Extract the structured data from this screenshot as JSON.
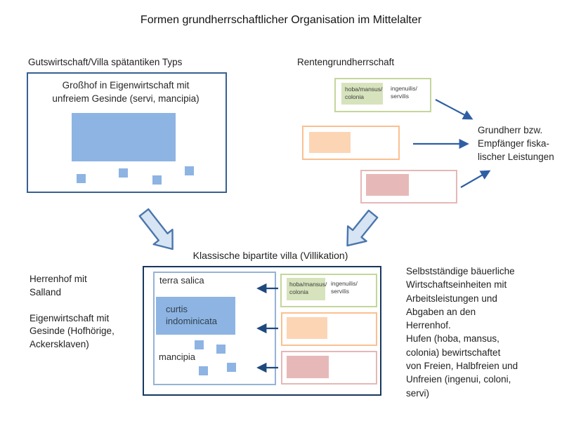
{
  "title": "Formen grundherrschaftlicher Organisation im Mittelalter",
  "gutswirtschaft": {
    "heading": "Gutswirtschaft/Villa spätantiken Typs",
    "box_lines": [
      "Großhof in Eigenwirtschaft mit",
      "unfreiem Gesinde (servi, mancipia)"
    ]
  },
  "rentengrundherrschaft": {
    "heading": "Rentengrundherrschaft",
    "recipient_lines": [
      "Grundherr bzw.",
      "Empfänger fiska-",
      "lischer Leistungen"
    ]
  },
  "villikation": {
    "heading": "Klassische bipartite villa (Villikation)",
    "terra_salica": "terra salica",
    "curtis_lines": [
      "curtis",
      "indominicata"
    ],
    "mancipia": "mancipia"
  },
  "labels": {
    "hufe_lines": [
      "hoba/mansus/",
      "colonia"
    ],
    "status_lines": [
      "ingenuilis/",
      "servilis"
    ]
  },
  "notes_left_lines": [
    "Herrenhof mit",
    "Salland",
    "",
    "Eigenwirtschaft mit",
    "Gesinde (Hofhörige,",
    "Ackersklaven)"
  ],
  "notes_right_lines": [
    "Selbstständige bäuerliche",
    "Wirtschaftseinheiten mit",
    "Arbeitsleistungen und",
    "Abgaben an den",
    "Herrenhof.",
    "Hufen (hoba, mansus,",
    "colonia) bewirtschaftet",
    "von Freien, Halbfreien und",
    "Unfreien (ingenui, coloni,",
    "servi)"
  ],
  "colors": {
    "demesne_blue_fill": "#8db4e2",
    "gutshof_border_blue": "#376092",
    "villikation_border_navy": "#17375e",
    "salland_border_light_blue": "#95b3d7",
    "hufe_green_border": "#c3d69b",
    "hufe_green_fill": "#d6e3bc",
    "tenant_orange_border": "#fac090",
    "tenant_orange_fill": "#fcd5b5",
    "tenant_pink_border": "#e5b8b7",
    "tenant_pink_fill": "#e6b9b8",
    "arrow_blue": "#2e5fa4",
    "arrow_navy": "#1f497d",
    "block_arrow_fill": "#d7e4f3",
    "block_arrow_border": "#4a76ad"
  }
}
